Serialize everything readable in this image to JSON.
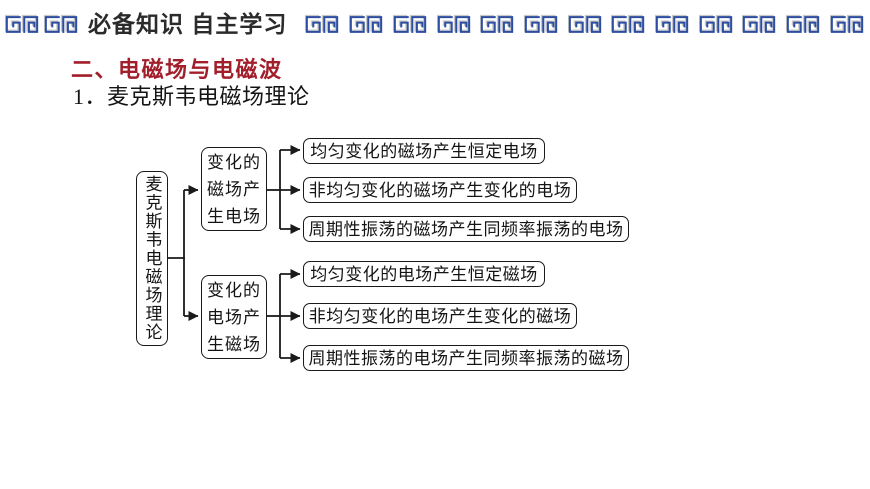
{
  "header": {
    "title": "必备知识 自主学习",
    "title_color": "#2b2b2b",
    "pattern": {
      "left_units": 2,
      "right_units": 13,
      "color": "#2c4da0",
      "shadow_color": "#c9c9c9"
    }
  },
  "section": {
    "heading": "二、电磁场与电磁波",
    "heading_color": "#a21e2a",
    "subheading": "1．麦克斯韦电磁场理论"
  },
  "diagram": {
    "root": "麦克斯韦电磁场理论",
    "line_color": "#1a1a1a",
    "box_fill": "#ffffff",
    "branches": [
      {
        "label": "变化的磁场产生电场",
        "leaves": [
          "均匀变化的磁场产生恒定电场",
          "非均匀变化的磁场产生变化的电场",
          "周期性振荡的磁场产生同频率振荡的电场"
        ]
      },
      {
        "label": "变化的电场产生磁场",
        "leaves": [
          "均匀变化的电场产生恒定磁场",
          "非均匀变化的电场产生变化的磁场",
          "周期性振荡的电场产生同频率振荡的磁场"
        ]
      }
    ]
  }
}
